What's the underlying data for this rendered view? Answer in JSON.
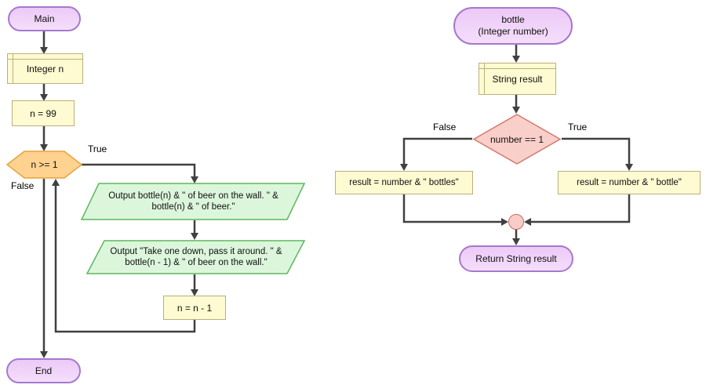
{
  "main_flowchart": {
    "start": "Main",
    "declare": "Integer n",
    "init": "n = 99",
    "loop_condition": "n >= 1",
    "true_label": "True",
    "false_label": "False",
    "output_1": "Output bottle(n) & \" of beer on the wall. \" & bottle(n) & \" of beer.\"",
    "output_2": "Output \"Take one down, pass it around. \" & bottle(n - 1) & \" of beer on the wall.\"",
    "decrement": "n = n - 1",
    "end": "End"
  },
  "bottle_function": {
    "name": "bottle",
    "parameters": "(Integer number)",
    "declare": "String result",
    "condition": "number == 1",
    "true_label": "True",
    "false_label": "False",
    "false_assign": "result = number & \" bottles\"",
    "true_assign": "result = number & \" bottle\"",
    "return": "Return String result"
  },
  "colors": {
    "terminal_fill": "#ECC9F7",
    "terminal_border": "#A678CE",
    "declare_fill": "#FEFAD1",
    "declare_border": "#BBB07C",
    "loop_fill": "#FFD28F",
    "loop_border": "#E8A23C",
    "output_fill": "#DCF6DC",
    "output_border": "#5CB85C",
    "decision_fill": "#F9CFCA",
    "decision_border": "#D5796B",
    "merge_fill": "#F9CDC7",
    "line_color": "#404040"
  }
}
